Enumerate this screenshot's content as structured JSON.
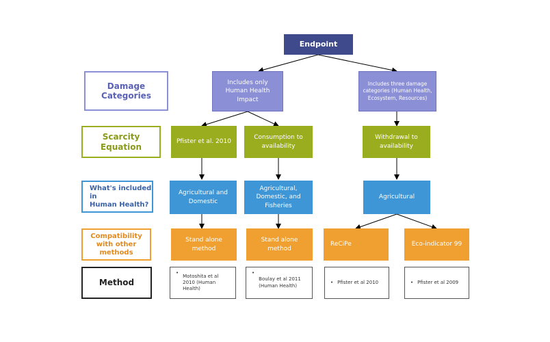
{
  "row_labels": {
    "damage": "Damage\nCategories",
    "scarcity": "Scarcity\nEquation",
    "health": "What's included\nin\nHuman Health?",
    "compatibility": "Compatibility\nwith other\nmethods",
    "method": "Method"
  },
  "nodes": {
    "endpoint": "Endpoint",
    "damage_human": "Includes only Human Health Impact",
    "damage_three": "Includes three damage categories (Human Health, Ecosystem, Resources)",
    "scarcity_pfister": "Pfister et al. 2010",
    "scarcity_consumption": "Consumption to availability",
    "scarcity_withdrawal": "Withdrawal to availability",
    "health_agri_domestic": "Agricultural and Domestic",
    "health_agri_dom_fish": "Agricultural, Domestic, and Fisheries",
    "health_agricultural": "Agricultural",
    "compat_standalone_1": "Stand alone method",
    "compat_standalone_2": "Stand alone method",
    "compat_recipe": "ReCiPe",
    "compat_ecoindicator": "Eco-indicator 99",
    "method_motoshita": "Motoshita et al 2010 (Human Health)",
    "method_boulay": "Boulay et al 2011 (Human Health)",
    "method_pfister2010": "Pfister et al 2010",
    "method_pfister2009": "Pfister et al 2009"
  },
  "bullet_glyph": "•",
  "colors": {
    "endpoint": "#3f4a8c",
    "damage": "#8b8fd6",
    "scarcity": "#9aad1e",
    "health": "#3f96d6",
    "compatibility": "#f0a030",
    "method_border": "#222222"
  }
}
